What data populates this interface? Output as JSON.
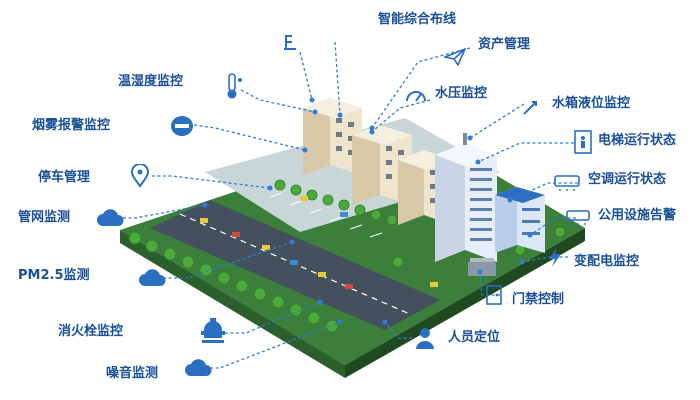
{
  "labels": {
    "wiring": "智能综合布线",
    "assets": "资产管理",
    "temp_humidity": "温湿度监控",
    "water_pressure": "水压监控",
    "tank_level": "水箱液位监控",
    "smoke_alarm": "烟雾报警监控",
    "elevator": "电梯运行状态",
    "parking": "停车管理",
    "hvac": "空调运行状态",
    "pipe_network": "管网监测",
    "utility_alarm": "公用设施告警",
    "power_distribution": "变配电监控",
    "pm25": "PM2.5监测",
    "access_control": "门禁控制",
    "hydrant": "消火栓监控",
    "personnel": "人员定位",
    "noise": "噪音监测"
  },
  "colors": {
    "label_text": "#1a4f99",
    "icon_blue": "#2a6fc0",
    "leader_line": "#2f7fd0",
    "ground": "#3b7f3a",
    "road": "#44505e",
    "plaza": "#c9d6d8",
    "building": "#e9dcc3",
    "tower": "#dde6f2",
    "tree": "#4caa3c"
  },
  "icons": [
    "network-cable-icon",
    "paper-plane-icon",
    "thermometer-icon",
    "pressure-gauge-icon",
    "tank-level-icon",
    "smoke-detector-icon",
    "elevator-icon",
    "location-pin-icon",
    "air-conditioner-icon",
    "cloud-icon",
    "lightning-icon",
    "cloud-icon",
    "door-access-icon",
    "fire-hydrant-icon",
    "person-icon",
    "cloud-icon"
  ]
}
